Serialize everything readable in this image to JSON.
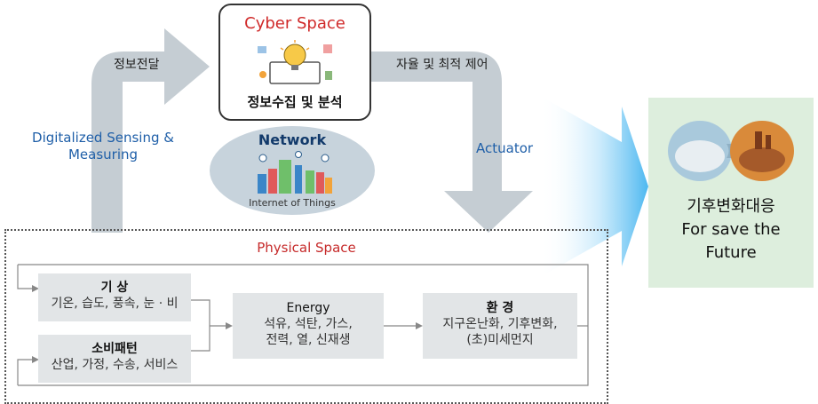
{
  "cyber": {
    "title": "Cyber Space",
    "subtitle": "정보수집 및 분석"
  },
  "network": {
    "title": "Network",
    "subtitle": "Internet of Things"
  },
  "arrows": {
    "info_transfer": "정보전달",
    "sensing": "Digitalized Sensing & Measuring",
    "control": "자율 및 최적 제어",
    "actuator": "Actuator"
  },
  "physical": {
    "title": "Physical Space"
  },
  "boxes": {
    "weather": {
      "title": "기 상",
      "body": "기온, 습도, 풍속, 눈 · 비"
    },
    "consumption": {
      "title": "소비패턴",
      "body": "산업, 가정, 수송, 서비스"
    },
    "energy": {
      "title": "Energy",
      "line1": "석유, 석탄, 가스,",
      "line2": "전력, 열, 신재생"
    },
    "environment": {
      "title": "환 경",
      "line1": "지구온난화, 기후변화,",
      "line2": "(초)미세먼지"
    }
  },
  "goal": {
    "line1": "기후변화대응",
    "line2": "For save the",
    "line3": "Future"
  },
  "colors": {
    "accent_red": "#d02a2a",
    "label_blue": "#1f5fa8",
    "arrow_gray": "#c5cdd3",
    "goal_green": "#ddeedd"
  }
}
